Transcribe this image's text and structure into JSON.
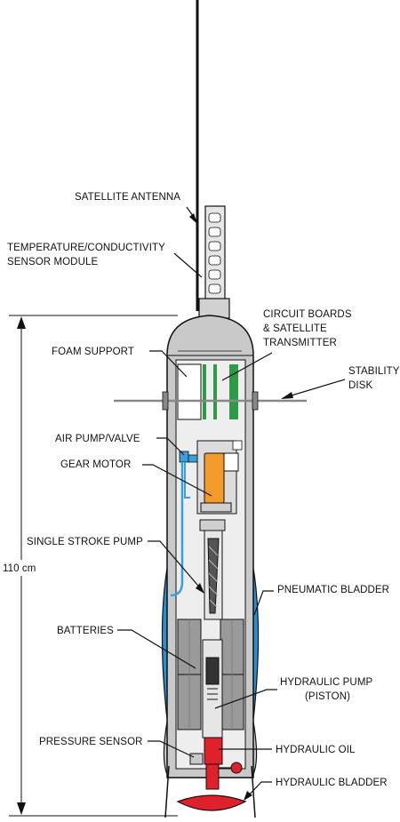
{
  "labels": {
    "satellite_antenna": "SATELLITE ANTENNA",
    "temp_sensor_line1": "TEMPERATURE/CONDUCTIVITY",
    "temp_sensor_line2": "SENSOR MODULE",
    "circuit_line1": "CIRCUIT BOARDS",
    "circuit_line2": "& SATELLITE",
    "circuit_line3": "TRANSMITTER",
    "foam_support": "FOAM SUPPORT",
    "stability_line1": "STABILITY",
    "stability_line2": "DISK",
    "air_pump": "AIR PUMP/VALVE",
    "gear_motor": "GEAR MOTOR",
    "single_stroke_pump": "SINGLE STROKE PUMP",
    "pneumatic_bladder": "PNEUMATIC BLADDER",
    "batteries": "BATTERIES",
    "hydraulic_pump_line1": "HYDRAULIC PUMP",
    "hydraulic_pump_line2": "(PISTON)",
    "pressure_sensor": "PRESSURE SENSOR",
    "hydraulic_oil": "HYDRAULIC OIL",
    "hydraulic_bladder": "HYDRAULIC BLADDER"
  },
  "dimension": {
    "length_label": "110 cm"
  },
  "colors": {
    "hull": "#c9c9c9",
    "interior": "#eeeeee",
    "pneumatic_bladder": "#2a8fd0",
    "air_line": "#3aa0dd",
    "gear_motor": "#f39a2b",
    "circuit_boards": "#2e9a46",
    "hydraulic_oil": "#e0202a",
    "battery": "#9a9a9a"
  }
}
